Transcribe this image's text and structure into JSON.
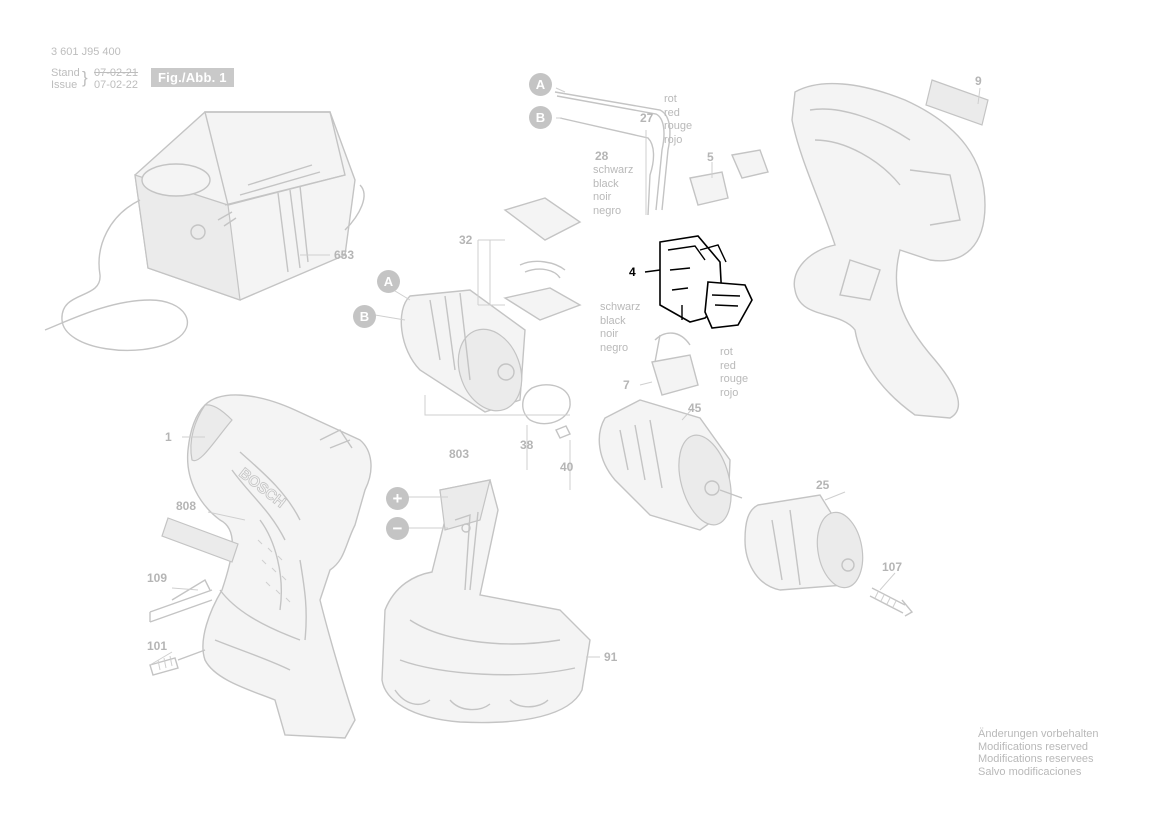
{
  "header": {
    "part_number": "3 601 J95 400",
    "stand_label": "Stand",
    "issue_label": "Issue",
    "old_date": "07-02-21",
    "issue_date": "07-02-22",
    "figure": "Fig./Abb. 1"
  },
  "callouts": {
    "c1": "1",
    "c4": "4",
    "c5": "5",
    "c7": "7",
    "c9": "9",
    "c25": "25",
    "c27": "27",
    "c28": "28",
    "c32": "32",
    "c38": "38",
    "c40": "40",
    "c45": "45",
    "c91": "91",
    "c101": "101",
    "c107": "107",
    "c109": "109",
    "c653": "653",
    "c803": "803",
    "c808": "808"
  },
  "connectors": {
    "a": "A",
    "b": "B",
    "plus": "+",
    "minus": "−"
  },
  "wire_colors": {
    "red": [
      "rot",
      "red",
      "rouge",
      "rojo"
    ],
    "black": [
      "schwarz",
      "black",
      "noir",
      "negro"
    ]
  },
  "footer_notes": [
    "Änderungen vorbehalten",
    "Modifications reserved",
    "Modifications reservees",
    "Salvo modificaciones"
  ]
}
